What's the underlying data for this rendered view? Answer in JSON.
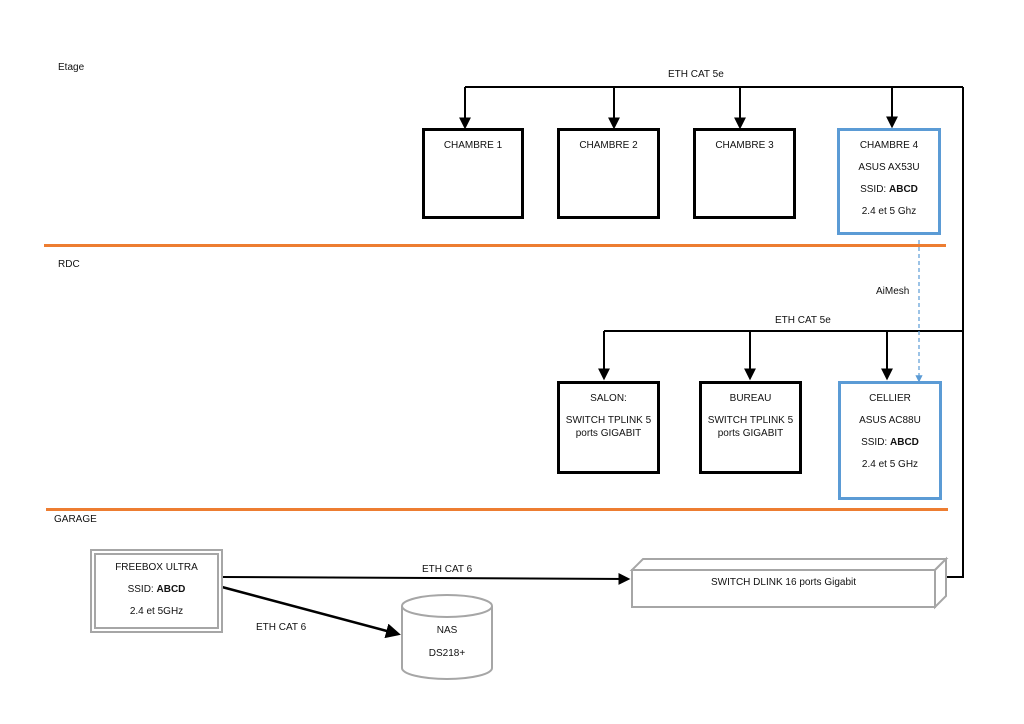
{
  "floors": {
    "etage": "Etage",
    "rdc": "RDC",
    "garage": "GARAGE"
  },
  "colors": {
    "separator": "#ED7D31",
    "router_border": "#5B9BD5",
    "aimesh_link": "#5B9BD5",
    "switch_border": "#A6A6A6"
  },
  "links": {
    "etage_eth": "ETH CAT 5e",
    "rdc_eth": "ETH CAT 5e",
    "freebox_switch": "ETH CAT 6",
    "freebox_nas": "ETH CAT 6",
    "aimesh": "AiMesh"
  },
  "etage_rooms": {
    "chambre1": "CHAMBRE 1",
    "chambre2": "CHAMBRE 2",
    "chambre3": "CHAMBRE 3"
  },
  "chambre4": {
    "name": "CHAMBRE 4",
    "model": "ASUS AX53U",
    "ssid_label": "SSID: ",
    "ssid_value": "ABCD",
    "bands": "2.4 et 5 Ghz"
  },
  "salon": {
    "name": "SALON:",
    "line1": "SWITCH TPLINK 5",
    "line2": "ports GIGABIT"
  },
  "bureau": {
    "name": "BUREAU",
    "line1": "SWITCH TPLINK 5",
    "line2": "ports GIGABIT"
  },
  "cellier": {
    "name": "CELLIER",
    "model": "ASUS AC88U",
    "ssid_label": "SSID: ",
    "ssid_value": "ABCD",
    "bands": "2.4 et 5 GHz"
  },
  "freebox": {
    "name": "FREEBOX ULTRA",
    "ssid_label": "SSID: ",
    "ssid_value": "ABCD",
    "bands": "2.4 et 5GHz"
  },
  "nas": {
    "name": "NAS",
    "model": "DS218+"
  },
  "dlink_switch": {
    "label": "SWITCH DLINK 16 ports Gigabit"
  }
}
